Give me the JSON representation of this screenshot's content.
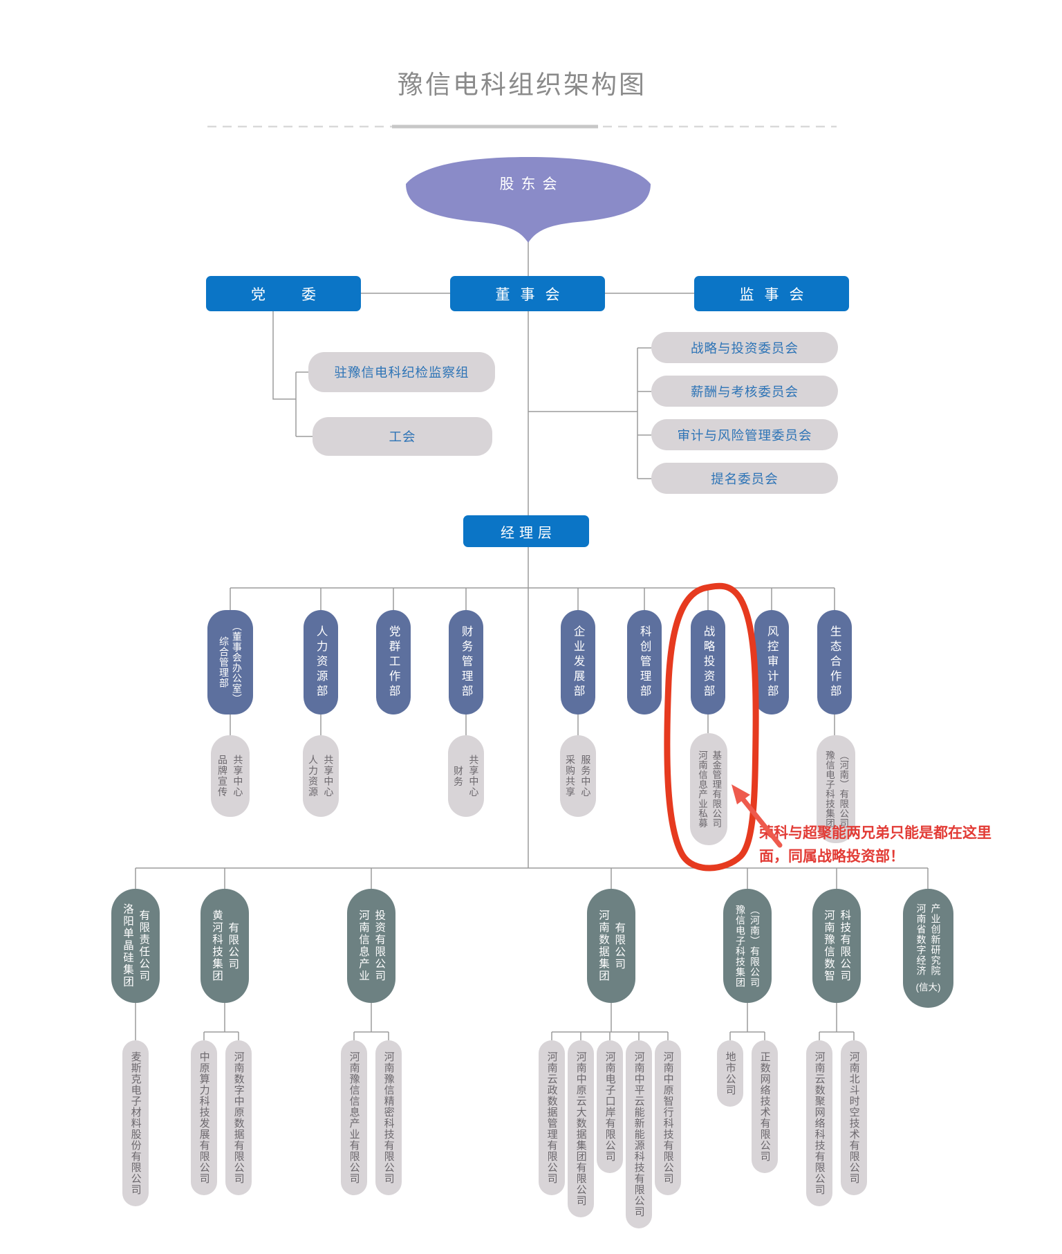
{
  "page": {
    "title": "豫信电科组织架构图"
  },
  "colors": {
    "primary_blue": "#0b75c6",
    "purple": "#8a8bc8",
    "department_blue": "#5d709e",
    "company_teal": "#6d8182",
    "pill_gray": "#d8d4d7",
    "pill_text_blue": "#2e74b6",
    "annotation_red": "#e23c36",
    "line_gray": "#9b9b9b"
  },
  "nodes": {
    "shareholders": {
      "label": "股东会"
    },
    "party_committee": {
      "label": "党委"
    },
    "board": {
      "label": "董事会"
    },
    "supervisory": {
      "label": "监事会"
    },
    "management": {
      "label": "经理层"
    }
  },
  "party_branches": [
    {
      "label": "驻豫信电科纪检监察组"
    },
    {
      "label": "工会"
    }
  ],
  "board_committees": [
    {
      "label": "战略与投资委员会"
    },
    {
      "label": "薪酬与考核委员会"
    },
    {
      "label": "审计与风险管理委员会"
    },
    {
      "label": "提名委员会"
    }
  ],
  "departments": [
    {
      "label": "综合管理部\n（董事会办公室）"
    },
    {
      "label": "人力资源部"
    },
    {
      "label": "党群工作部"
    },
    {
      "label": "财务管理部"
    },
    {
      "label": "企业发展部"
    },
    {
      "label": "科创管理部"
    },
    {
      "label": "战略投资部"
    },
    {
      "label": "风控审计部"
    },
    {
      "label": "生态合作部"
    }
  ],
  "shared_centers": [
    {
      "label": "品牌宣传\n共享中心"
    },
    {
      "label": "人力资源\n共享中心"
    },
    {
      "label": "财务\n共享中心"
    },
    {
      "label": "采购共享\n服务中心"
    },
    {
      "label": "河南信息产业私募\n基金管理有限公司"
    },
    {
      "label": "豫信电子科技集团\n（河南）有限公司"
    }
  ],
  "subsidiaries": [
    {
      "label": "洛阳单晶硅集团\n有限责任公司"
    },
    {
      "label": "黄河科技集团\n有限公司"
    },
    {
      "label": "河南信息产业\n投资有限公司"
    },
    {
      "label": "河南数据集团\n有限公司"
    },
    {
      "label": "豫信电子科技集团\n（河南）有限公司"
    },
    {
      "label": "河南豫信数智\n科技有限公司"
    },
    {
      "label": "河南省数字经济\n产业创新研究院",
      "suffix": "(信大)"
    }
  ],
  "grandchildren": [
    {
      "label": "麦斯克电子材料股份有限公司"
    },
    {
      "label": "中原算力科技发展有限公司"
    },
    {
      "label": "河南数字中原数据有限公司"
    },
    {
      "label": "河南豫信信息产业有限公司"
    },
    {
      "label": "河南豫信精密科技有限公司"
    },
    {
      "label": "河南云政数据管理有限公司"
    },
    {
      "label": "河南中原云大数据集团有限公司"
    },
    {
      "label": "河南电子口岸有限公司"
    },
    {
      "label": "河南中平云能新能源科技有限公司"
    },
    {
      "label": "河南中原智行科技有限公司"
    },
    {
      "label": "地市公司"
    },
    {
      "label": "正数网络技术有限公司"
    },
    {
      "label": "河南云数聚网络科技有限公司"
    },
    {
      "label": "河南北斗时空技术有限公司"
    }
  ],
  "annotation": {
    "text_line1": "荣科与超聚能两兄弟只能是都在这里",
    "text_line2": "面，同属战略投资部！"
  }
}
